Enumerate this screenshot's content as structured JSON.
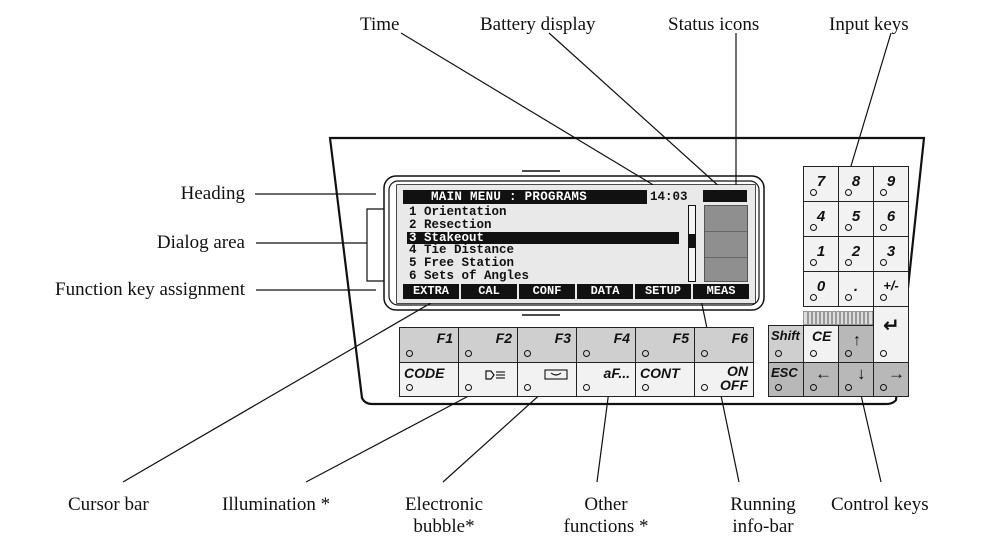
{
  "callouts": {
    "time": "Time",
    "battery": "Battery display",
    "status_icons": "Status icons",
    "input_keys": "Input keys",
    "heading": "Heading",
    "dialog_area": "Dialog area",
    "function_key_assignment": "Function key assignment",
    "cursor_bar": "Cursor bar",
    "illumination": "Illumination *",
    "electronic_bubble_1": "Electronic",
    "electronic_bubble_2": "bubble*",
    "other_functions_1": "Other",
    "other_functions_2": "functions *",
    "running_info_1": "Running",
    "running_info_2": "info-bar",
    "control_keys": "Control keys"
  },
  "lcd": {
    "heading": "MAIN MENU : PROGRAMS",
    "time": "14:03",
    "items": [
      "1 Orientation",
      "2 Resection",
      "3 Stakeout",
      "4 Tie Distance",
      "5 Free Station",
      "6 Sets of Angles"
    ],
    "selected_index": 2,
    "function_keys": [
      "EXTRA",
      "CAL",
      "CONF",
      "DATA",
      "SETUP",
      "MEAS"
    ]
  },
  "fkeys_top": [
    "F1",
    "F2",
    "F3",
    "F4",
    "F5",
    "F6"
  ],
  "fkeys_bottom": {
    "code": "CODE",
    "other": "aF...",
    "cont": "CONT",
    "on": "ON",
    "off": "OFF",
    "illumination_icon": "lamp-icon",
    "bubble_icon": "level-bubble-icon"
  },
  "numpad": [
    "7",
    "8",
    "9",
    "4",
    "5",
    "6",
    "1",
    "2",
    "3",
    "0",
    ".",
    "+/-"
  ],
  "control_keys": {
    "shift": "Shift",
    "ce": "CE",
    "esc": "ESC",
    "up": "↑",
    "down": "↓",
    "left": "←",
    "right": "→",
    "enter": "↵"
  }
}
